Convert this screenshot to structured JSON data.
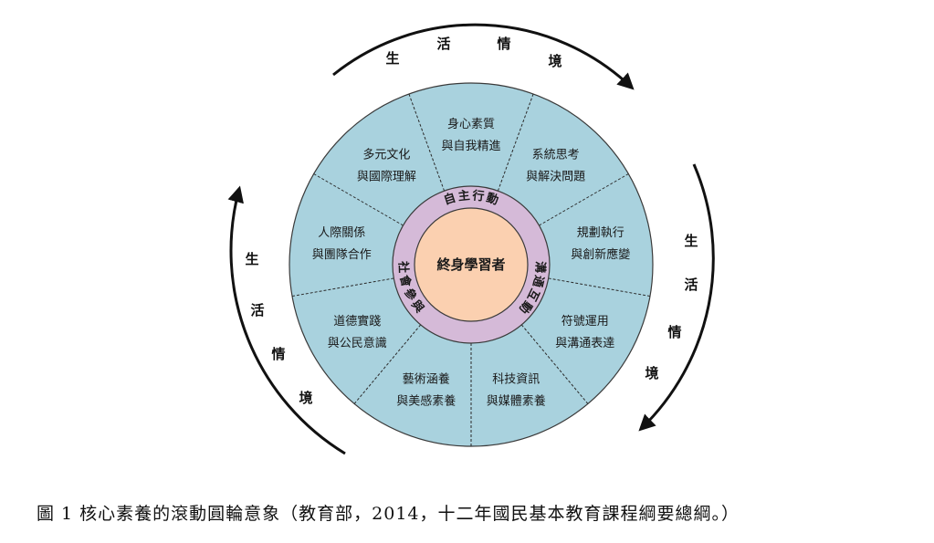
{
  "core": "終身學習者",
  "dimensions": [
    {
      "name": "自主行動"
    },
    {
      "name": "溝通互動"
    },
    {
      "name": "社會參與"
    }
  ],
  "items": [
    {
      "line1": "系統思考",
      "line2": "與解決問題"
    },
    {
      "line1": "規劃執行",
      "line2": "與創新應變"
    },
    {
      "line1": "符號運用",
      "line2": "與溝通表達"
    },
    {
      "line1": "科技資訊",
      "line2": "與媒體素養"
    },
    {
      "line1": "藝術涵養",
      "line2": "與美感素養"
    },
    {
      "line1": "道德實踐",
      "line2": "與公民意識"
    },
    {
      "line1": "人際關係",
      "line2": "與團隊合作"
    },
    {
      "line1": "多元文化",
      "line2": "與國際理解"
    },
    {
      "line1": "身心素質",
      "line2": "與自我精進"
    }
  ],
  "context": {
    "top": [
      "生",
      "活",
      "情",
      "境"
    ],
    "right": [
      "生",
      "活",
      "情",
      "境"
    ],
    "left": [
      "生",
      "活",
      "情",
      "境"
    ]
  },
  "colors": {
    "outer": "#a9d2de",
    "ring": "#d5bad8",
    "core": "#fbd0b0",
    "stroke": "#3a3a3a"
  },
  "caption": "圖 1 核心素養的滾動圓輪意象（教育部，2014，十二年國民基本教育課程綱要總綱。）"
}
